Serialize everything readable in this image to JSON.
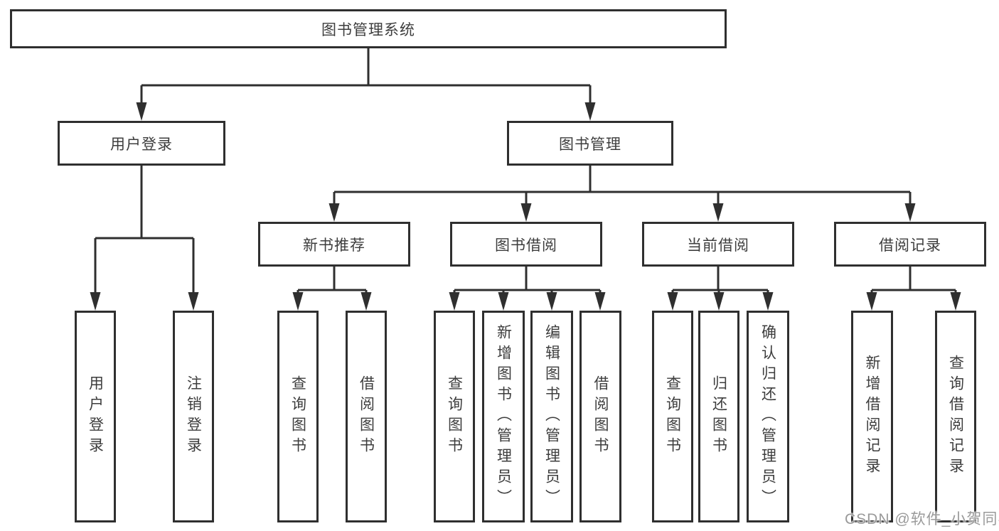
{
  "diagram_title": "图书管理系统",
  "nodes": {
    "root": {
      "label": "图书管理系统"
    },
    "level2": [
      {
        "label": "用户登录",
        "parent": "图书管理系统"
      },
      {
        "label": "图书管理",
        "parent": "图书管理系统"
      }
    ],
    "level3": [
      {
        "label": "新书推荐",
        "parent": "图书管理"
      },
      {
        "label": "图书借阅",
        "parent": "图书管理"
      },
      {
        "label": "当前借阅",
        "parent": "图书管理"
      },
      {
        "label": "借阅记录",
        "parent": "图书管理"
      }
    ],
    "level4": [
      {
        "label": "用户登录",
        "parent": "用户登录"
      },
      {
        "label": "注销登录",
        "parent": "用户登录"
      },
      {
        "label": "查询图书",
        "parent": "新书推荐"
      },
      {
        "label": "借阅图书",
        "parent": "新书推荐"
      },
      {
        "label": "查询图书",
        "parent": "图书借阅"
      },
      {
        "label": "新增图书（管理员）",
        "parent": "图书借阅"
      },
      {
        "label": "编辑图书（管理员）",
        "parent": "图书借阅"
      },
      {
        "label": "借阅图书",
        "parent": "图书借阅"
      },
      {
        "label": "查询图书",
        "parent": "当前借阅"
      },
      {
        "label": "归还图书",
        "parent": "当前借阅"
      },
      {
        "label": "确认归还（管理员）",
        "parent": "当前借阅"
      },
      {
        "label": "新增借阅记录",
        "parent": "借阅记录"
      },
      {
        "label": "查询借阅记录",
        "parent": "借阅记录"
      }
    ]
  },
  "watermark": {
    "text": "CSDN @软件_小贺同学"
  },
  "colors": {
    "line": "#2f2f2f",
    "text": "#3d3d3d",
    "background": "#ffffff",
    "watermark": "#9a9a9a"
  }
}
